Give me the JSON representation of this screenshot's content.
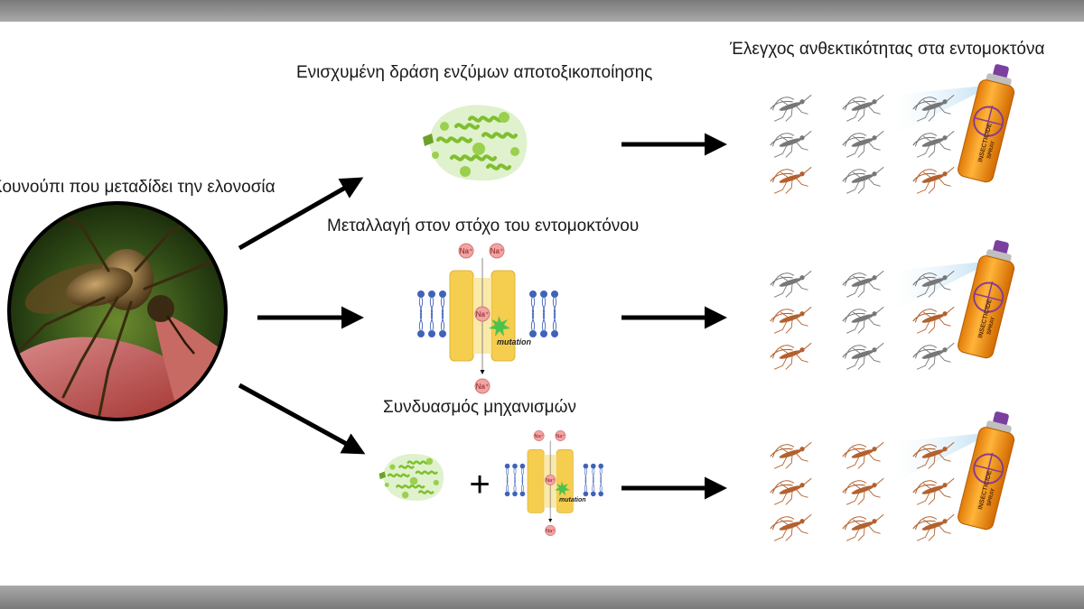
{
  "labels": {
    "mosquito": "Κουνούπι που μεταδίδει την ελονοσία",
    "enzymes": "Ενισχυμένη δράση ενζύμων αποτοξικοποίησης",
    "mutation": "Μεταλλαγή στον στόχο του εντομοκτόνου",
    "combination": "Συνδυασμός μηχανισμών",
    "resistance_test": "Έλεγχος ανθεκτικότητας στα εντομοκτόνα"
  },
  "channel": {
    "ion": "Na⁺",
    "mutation": "mutation"
  },
  "plus": "+",
  "spray_can": {
    "line1": "INSECTICIDE",
    "line2": "SPRAY"
  },
  "colors": {
    "protein": "#8cc63f",
    "channel": "#f5cd4f",
    "lipid_head": "#3f63b8",
    "ion": "#f4a3a3",
    "mutation_star": "#4cc24c",
    "dead_mosquito": "#777777",
    "alive_mosquito": "#b3612e",
    "spray_can": "#f39a16"
  },
  "outcomes": [
    {
      "alive_count": 2
    },
    {
      "alive_count": 3
    },
    {
      "alive_count": 9
    }
  ]
}
